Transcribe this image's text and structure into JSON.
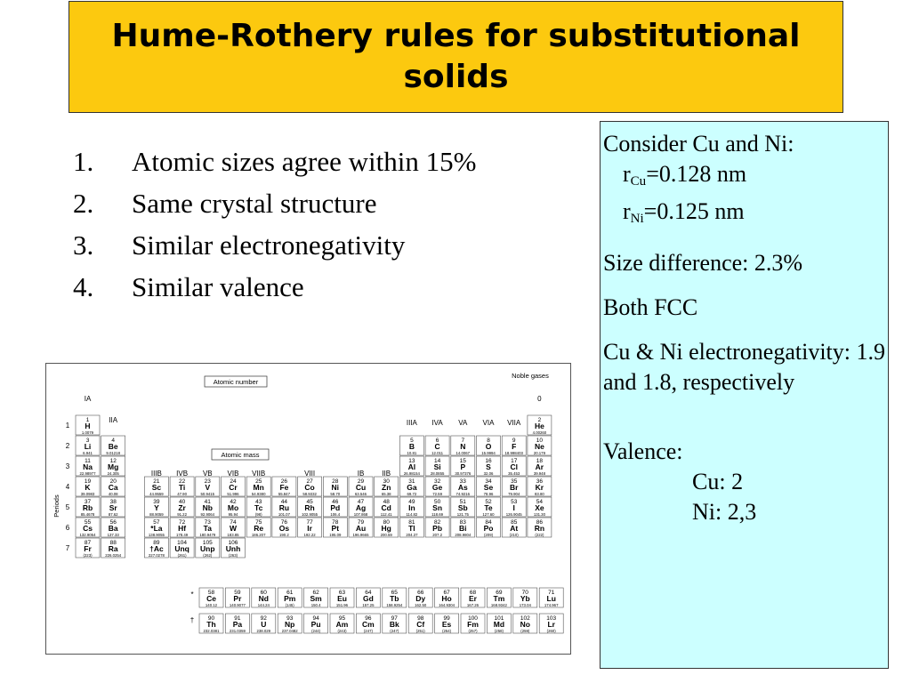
{
  "title": "Hume-Rothery rules for substitutional solids",
  "rules": [
    {
      "num": "1.",
      "text": "Atomic sizes agree within 15%"
    },
    {
      "num": "2.",
      "text": "Same crystal structure"
    },
    {
      "num": "3.",
      "text": "Similar electronegativity"
    },
    {
      "num": "4.",
      "text": "Similar valence"
    }
  ],
  "aside": {
    "intro": "Consider Cu and Ni:",
    "r_cu_sub": "Cu",
    "r_cu_val": "=0.128 nm",
    "r_ni_sub": "Ni",
    "r_ni_val": "=0.125 nm",
    "size_diff": "Size difference: 2.3%",
    "structure": "Both FCC",
    "electroneg": "Cu & Ni electronegativity: 1.9 and 1.8, respectively",
    "valence_label": "Valence:",
    "cu_valence": "Cu: 2",
    "ni_valence": "Ni: 2,3"
  },
  "periodic_table": {
    "legend_atomic_number": "Atomic number",
    "legend_atomic_mass": "Atomic mass",
    "noble_label": "Noble gases",
    "periods_label": "Periods",
    "group_labels": [
      "IA",
      "IIA",
      "IIIB",
      "IVB",
      "VB",
      "VIB",
      "VIIB",
      "VIII",
      "IB",
      "IIB",
      "IIIA",
      "IVA",
      "VA",
      "VIA",
      "VIIA",
      "0"
    ],
    "elements": [
      [
        "1",
        "H",
        "1.0079"
      ],
      [
        "2",
        "He",
        "4.00260"
      ],
      [
        "3",
        "Li",
        "6.941"
      ],
      [
        "4",
        "Be",
        "9.01218"
      ],
      [
        "5",
        "B",
        "10.81"
      ],
      [
        "6",
        "C",
        "12.011"
      ],
      [
        "7",
        "N",
        "14.0067"
      ],
      [
        "8",
        "O",
        "15.9994"
      ],
      [
        "9",
        "F",
        "18.998403"
      ],
      [
        "10",
        "Ne",
        "20.179"
      ],
      [
        "11",
        "Na",
        "22.98977"
      ],
      [
        "12",
        "Mg",
        "24.305"
      ],
      [
        "13",
        "Al",
        "26.98154"
      ],
      [
        "14",
        "Si",
        "28.0855"
      ],
      [
        "15",
        "P",
        "30.97376"
      ],
      [
        "16",
        "S",
        "32.06"
      ],
      [
        "17",
        "Cl",
        "35.453"
      ],
      [
        "18",
        "Ar",
        "39.948"
      ],
      [
        "19",
        "K",
        "39.0983"
      ],
      [
        "20",
        "Ca",
        "40.08"
      ],
      [
        "21",
        "Sc",
        "44.9559"
      ],
      [
        "22",
        "Ti",
        "47.90"
      ],
      [
        "23",
        "V",
        "50.9415"
      ],
      [
        "24",
        "Cr",
        "51.996"
      ],
      [
        "25",
        "Mn",
        "54.9380"
      ],
      [
        "26",
        "Fe",
        "55.847"
      ],
      [
        "27",
        "Co",
        "58.9332"
      ],
      [
        "28",
        "Ni",
        "58.70"
      ],
      [
        "29",
        "Cu",
        "63.546"
      ],
      [
        "30",
        "Zn",
        "65.38"
      ],
      [
        "31",
        "Ga",
        "69.72"
      ],
      [
        "32",
        "Ge",
        "72.59"
      ],
      [
        "33",
        "As",
        "74.9216"
      ],
      [
        "34",
        "Se",
        "78.96"
      ],
      [
        "35",
        "Br",
        "79.904"
      ],
      [
        "36",
        "Kr",
        "83.80"
      ],
      [
        "37",
        "Rb",
        "85.4678"
      ],
      [
        "38",
        "Sr",
        "87.62"
      ],
      [
        "39",
        "Y",
        "88.9059"
      ],
      [
        "40",
        "Zr",
        "91.22"
      ],
      [
        "41",
        "Nb",
        "92.9064"
      ],
      [
        "42",
        "Mo",
        "95.94"
      ],
      [
        "43",
        "Tc",
        "(98)"
      ],
      [
        "44",
        "Ru",
        "101.07"
      ],
      [
        "45",
        "Rh",
        "102.9055"
      ],
      [
        "46",
        "Pd",
        "106.4"
      ],
      [
        "47",
        "Ag",
        "107.868"
      ],
      [
        "48",
        "Cd",
        "112.41"
      ],
      [
        "49",
        "In",
        "114.82"
      ],
      [
        "50",
        "Sn",
        "118.69"
      ],
      [
        "51",
        "Sb",
        "121.75"
      ],
      [
        "52",
        "Te",
        "127.60"
      ],
      [
        "53",
        "I",
        "126.9045"
      ],
      [
        "54",
        "Xe",
        "131.30"
      ],
      [
        "55",
        "Cs",
        "132.9054"
      ],
      [
        "56",
        "Ba",
        "137.33"
      ],
      [
        "57",
        "*La",
        "138.9055"
      ],
      [
        "72",
        "Hf",
        "178.49"
      ],
      [
        "73",
        "Ta",
        "180.9479"
      ],
      [
        "74",
        "W",
        "183.85"
      ],
      [
        "75",
        "Re",
        "186.207"
      ],
      [
        "76",
        "Os",
        "190.2"
      ],
      [
        "77",
        "Ir",
        "192.22"
      ],
      [
        "78",
        "Pt",
        "195.09"
      ],
      [
        "79",
        "Au",
        "196.9665"
      ],
      [
        "80",
        "Hg",
        "200.59"
      ],
      [
        "81",
        "Tl",
        "204.37"
      ],
      [
        "82",
        "Pb",
        "207.2"
      ],
      [
        "83",
        "Bi",
        "208.9804"
      ],
      [
        "84",
        "Po",
        "(209)"
      ],
      [
        "85",
        "At",
        "(210)"
      ],
      [
        "86",
        "Rn",
        "(222)"
      ],
      [
        "87",
        "Fr",
        "(223)"
      ],
      [
        "88",
        "Ra",
        "226.0254"
      ],
      [
        "89",
        "†Ac",
        "227.0278"
      ],
      [
        "104",
        "Unq",
        "(261)"
      ],
      [
        "105",
        "Unp",
        "(262)"
      ],
      [
        "106",
        "Unh",
        "(263)"
      ],
      [
        "58",
        "Ce",
        "140.12"
      ],
      [
        "59",
        "Pr",
        "140.9077"
      ],
      [
        "60",
        "Nd",
        "144.24"
      ],
      [
        "61",
        "Pm",
        "(145)"
      ],
      [
        "62",
        "Sm",
        "150.4"
      ],
      [
        "63",
        "Eu",
        "151.96"
      ],
      [
        "64",
        "Gd",
        "157.25"
      ],
      [
        "65",
        "Tb",
        "158.9254"
      ],
      [
        "66",
        "Dy",
        "162.50"
      ],
      [
        "67",
        "Ho",
        "164.9304"
      ],
      [
        "68",
        "Er",
        "167.26"
      ],
      [
        "69",
        "Tm",
        "168.9342"
      ],
      [
        "70",
        "Yb",
        "173.04"
      ],
      [
        "71",
        "Lu",
        "174.967"
      ],
      [
        "90",
        "Th",
        "232.0381"
      ],
      [
        "91",
        "Pa",
        "231.0359"
      ],
      [
        "92",
        "U",
        "238.029"
      ],
      [
        "93",
        "Np",
        "237.0482"
      ],
      [
        "94",
        "Pu",
        "(244)"
      ],
      [
        "95",
        "Am",
        "(243)"
      ],
      [
        "96",
        "Cm",
        "(247)"
      ],
      [
        "97",
        "Bk",
        "(247)"
      ],
      [
        "98",
        "Cf",
        "(251)"
      ],
      [
        "99",
        "Es",
        "(254)"
      ],
      [
        "100",
        "Fm",
        "(257)"
      ],
      [
        "101",
        "Md",
        "(258)"
      ],
      [
        "102",
        "No",
        "(259)"
      ],
      [
        "103",
        "Lr",
        "(260)"
      ]
    ]
  }
}
